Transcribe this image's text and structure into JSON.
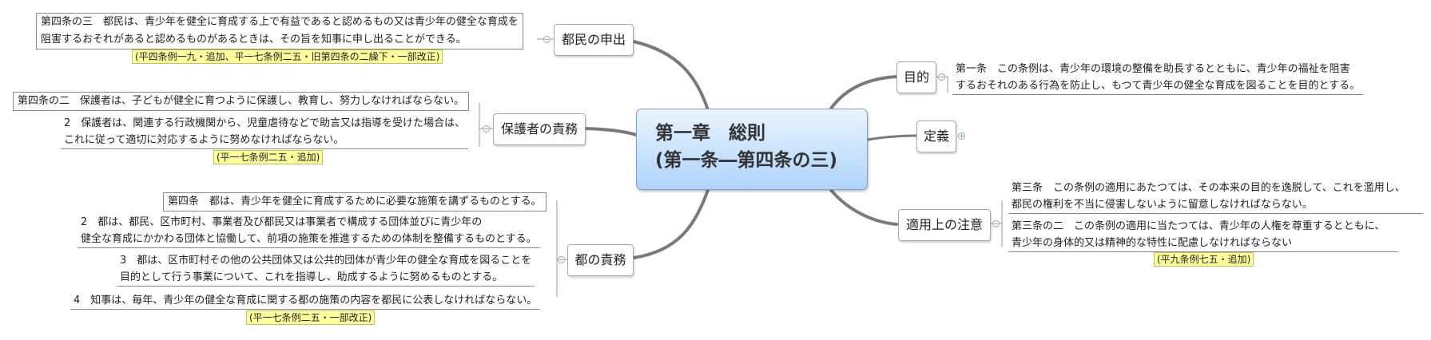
{
  "central": {
    "line1": "第一章　総則",
    "line2": "(第一条―第四条の三)"
  },
  "topics": {
    "tomin_moushide": "都民の申出",
    "hogosha": "保護者の責務",
    "to_sekimu": "都の責務",
    "mokuteki": "目的",
    "teigi": "定義",
    "tekiyou": "適用上の注意"
  },
  "notes": {
    "art4_3": "第四条の三　都民は、青少年を健全に育成する上で有益であると認めるもの又は青少年の健全な育成を\n阻害するおそれがあると認めるものがあるときは、その旨を知事に申し出ることができる。",
    "art4_3_tag": "(平四条例一九・追加、平一七条例二五・旧第四条の二繰下・一部改正)",
    "art4_2": "第四条の二　保護者は、子どもが健全に育つように保護し、教育し、努力しなければならない。",
    "art4_2_p2": "2　保護者は、関連する行政機関から、児童虐待などで助言又は指導を受けた場合は、\nこれに従って適切に対応するように努めなければならない。",
    "art4_2_tag": "(平一七条例二五・追加)",
    "art4": "第四条　都は、青少年を健全に育成するために必要な施策を講ずるものとする。",
    "art4_p2": "2　都は、都民、区市町村、事業者及び都民又は事業者で構成する団体並びに青少年の\n健全な育成にかかわる団体と協働して、前項の施策を推進するための体制を整備するものとする。",
    "art4_p3": "3　都は、区市町村その他の公共団体又は公共的団体が青少年の健全な育成を図ることを\n目的として行う事業について、これを指導し、助成するように努めるものとする。",
    "art4_p4": "4　知事は、毎年、青少年の健全な育成に関する都の施策の内容を都民に公表しなければならない。",
    "art4_tag": "(平一七条例二五・一部改正)",
    "art1": "第一条　この条例は、青少年の環境の整備を助長するとともに、青少年の福祉を阻害\nするおそれのある行為を防止し、もつて青少年の健全な育成を図ることを目的とする。",
    "art3": "第三条　この条例の適用にあたつては、その本来の目的を逸脱して、これを濫用し、\n都民の権利を不当に侵害しないように留意しなければならない。",
    "art3_2": "第三条の二　この条例の適用に当たつては、青少年の人権を尊重するとともに、\n青少年の身体的又は精神的な特性に配慮しなければならない",
    "art3_2_tag": "(平九条例七五・追加)"
  },
  "colors": {
    "connector": "#7a7a7a",
    "central_fill": "#aed4fb",
    "tag_fill": "#ffff9c"
  }
}
